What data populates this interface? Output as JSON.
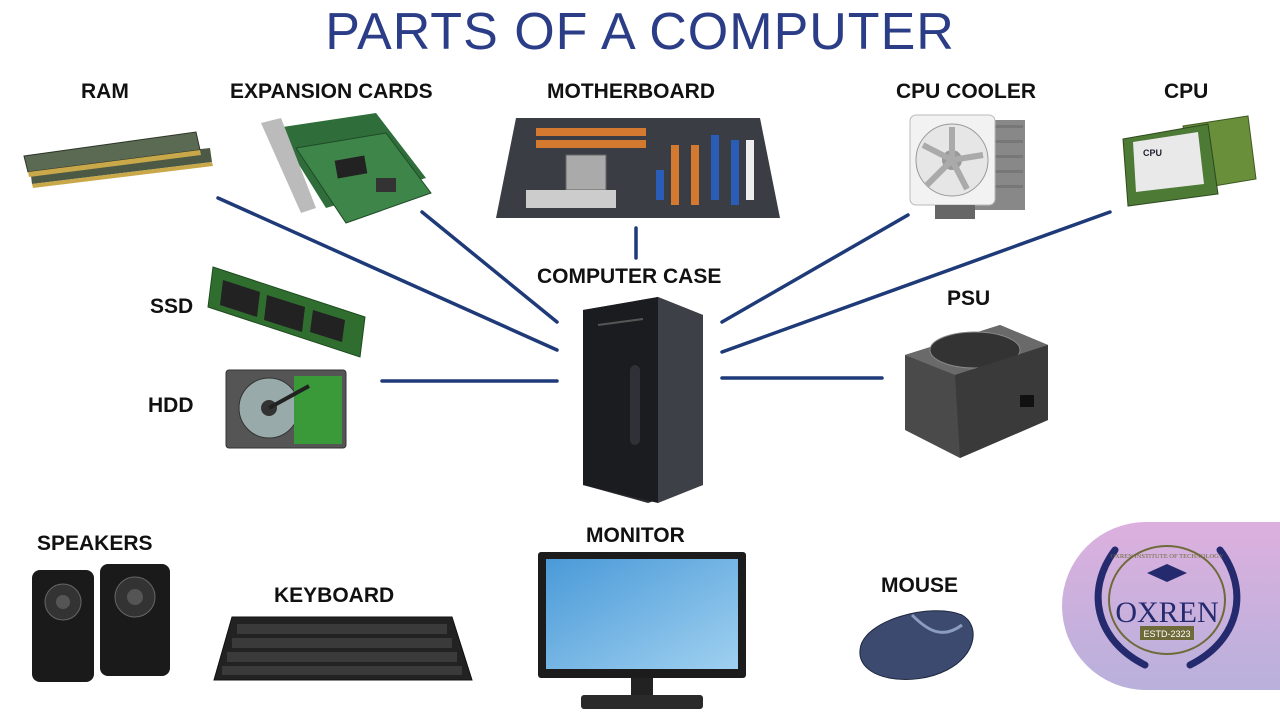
{
  "title": "PARTS OF A COMPUTER",
  "labels": {
    "ram": "RAM",
    "expansion_cards": "EXPANSION CARDS",
    "motherboard": "MOTHERBOARD",
    "cpu_cooler": "CPU COOLER",
    "cpu": "CPU",
    "computer_case": "COMPUTER CASE",
    "ssd": "SSD",
    "hdd": "HDD",
    "psu": "PSU",
    "speakers": "SPEAKERS",
    "keyboard": "KEYBOARD",
    "monitor": "MONITOR",
    "mouse": "MOUSE"
  },
  "cpu_chip_text": "CPU",
  "logo": {
    "name": "OXREN",
    "arc_text": "OXREN INSTITUTE OF TECHNOLOGY",
    "badge": "ESTD-2323"
  },
  "colors": {
    "title": "#2b3d86",
    "lines": "#1f3a78",
    "logo_navy": "#252a6e",
    "logo_olive": "#6f6a3a"
  }
}
